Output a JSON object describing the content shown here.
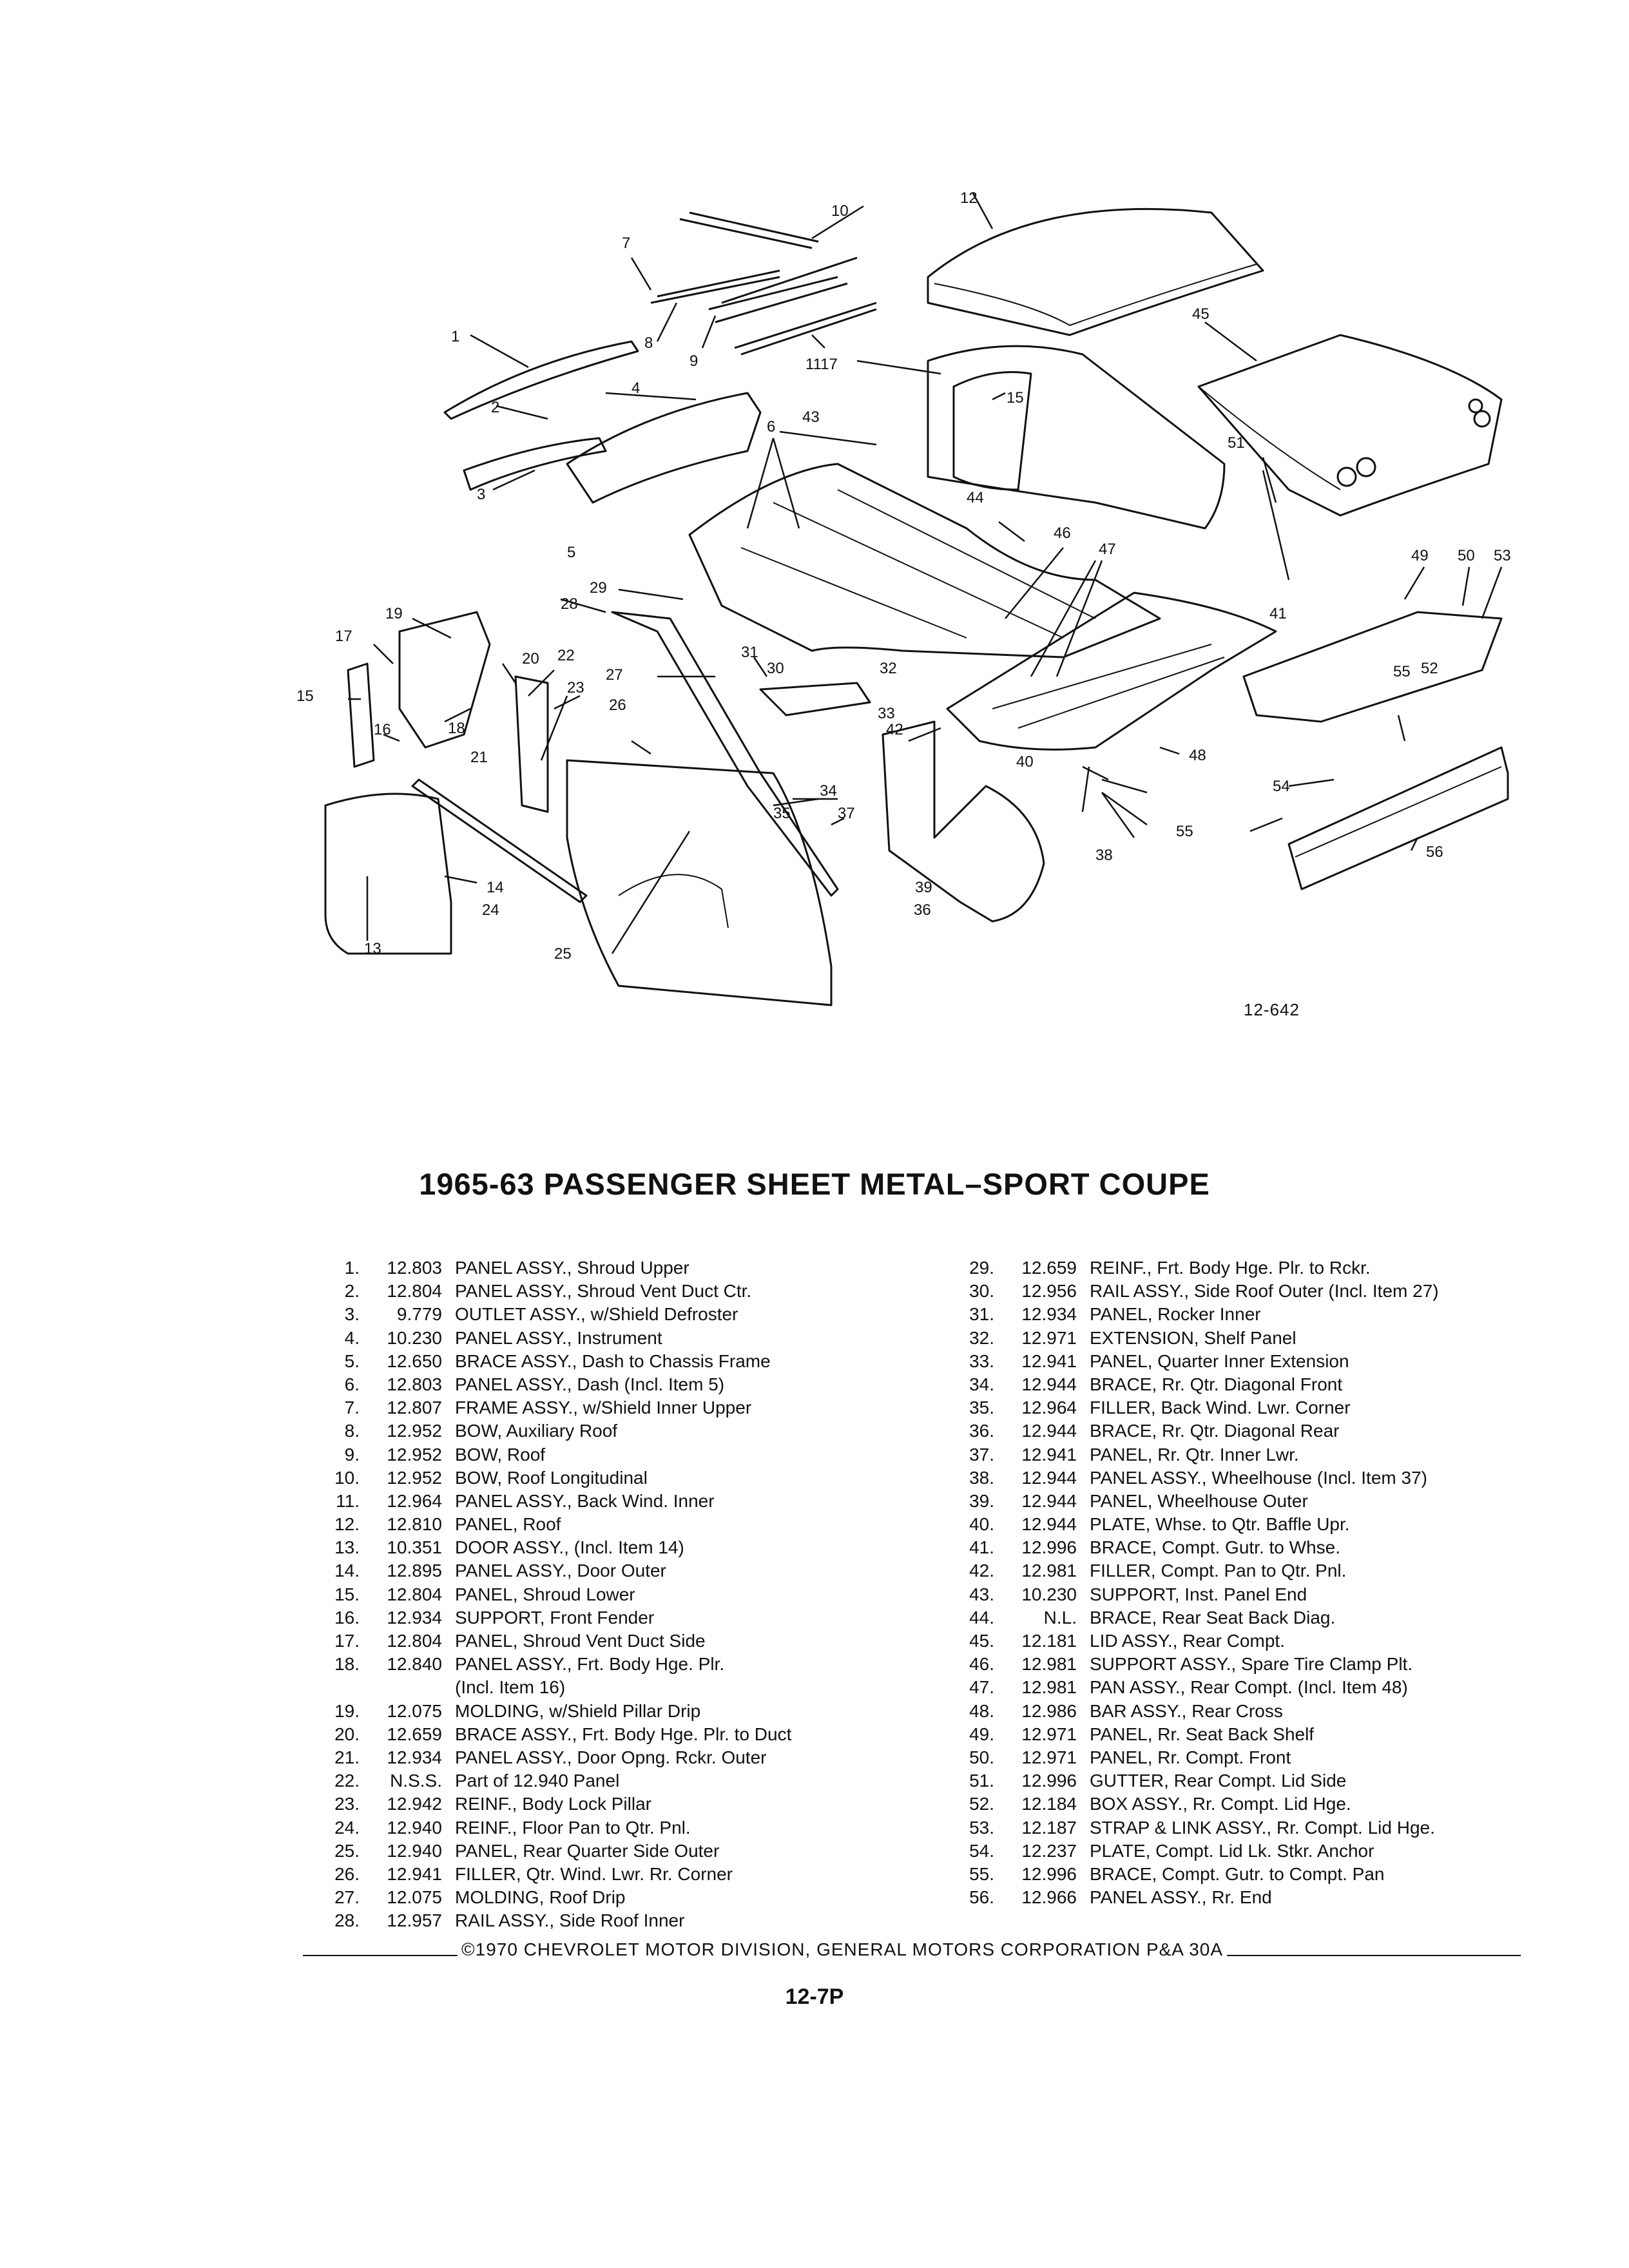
{
  "figure_number": "12-642",
  "title": "1965-63 PASSENGER SHEET METAL–SPORT COUPE",
  "callouts": [
    "1",
    "2",
    "3",
    "4",
    "5",
    "6",
    "7",
    "8",
    "9",
    "10",
    "1117",
    "12",
    "13",
    "14",
    "15",
    "15",
    "16",
    "17",
    "18",
    "19",
    "20",
    "21",
    "22",
    "23",
    "24",
    "25",
    "26",
    "27",
    "28",
    "29",
    "30",
    "31",
    "32",
    "33",
    "34",
    "35",
    "36",
    "37",
    "38",
    "39",
    "40",
    "41",
    "42",
    "43",
    "44",
    "45",
    "46",
    "47",
    "48",
    "49",
    "50",
    "51",
    "52",
    "53",
    "54",
    "55",
    "55",
    "56"
  ],
  "parts_left": [
    {
      "num": "1.",
      "code": "12.803",
      "desc": "PANEL ASSY., Shroud Upper"
    },
    {
      "num": "2.",
      "code": "12.804",
      "desc": "PANEL ASSY., Shroud Vent Duct Ctr."
    },
    {
      "num": "3.",
      "code": "9.779",
      "desc": "OUTLET ASSY., w/Shield Defroster"
    },
    {
      "num": "4.",
      "code": "10.230",
      "desc": "PANEL ASSY., Instrument"
    },
    {
      "num": "5.",
      "code": "12.650",
      "desc": "BRACE ASSY., Dash to Chassis Frame"
    },
    {
      "num": "6.",
      "code": "12.803",
      "desc": "PANEL ASSY., Dash (Incl. Item 5)"
    },
    {
      "num": "7.",
      "code": "12.807",
      "desc": "FRAME ASSY., w/Shield Inner Upper"
    },
    {
      "num": "8.",
      "code": "12.952",
      "desc": "BOW, Auxiliary Roof"
    },
    {
      "num": "9.",
      "code": "12.952",
      "desc": "BOW, Roof"
    },
    {
      "num": "10.",
      "code": "12.952",
      "desc": "BOW, Roof Longitudinal"
    },
    {
      "num": "11.",
      "code": "12.964",
      "desc": "PANEL ASSY., Back Wind. Inner"
    },
    {
      "num": "12.",
      "code": "12.810",
      "desc": "PANEL, Roof"
    },
    {
      "num": "13.",
      "code": "10.351",
      "desc": "DOOR ASSY., (Incl. Item 14)"
    },
    {
      "num": "14.",
      "code": "12.895",
      "desc": "PANEL ASSY., Door Outer"
    },
    {
      "num": "15.",
      "code": "12.804",
      "desc": "PANEL, Shroud Lower"
    },
    {
      "num": "16.",
      "code": "12.934",
      "desc": "SUPPORT, Front Fender"
    },
    {
      "num": "17.",
      "code": "12.804",
      "desc": "PANEL, Shroud Vent Duct Side"
    },
    {
      "num": "18.",
      "code": "12.840",
      "desc": "PANEL ASSY., Frt. Body Hge. Plr."
    },
    {
      "num": "",
      "code": "",
      "desc": "(Incl. Item 16)"
    },
    {
      "num": "19.",
      "code": "12.075",
      "desc": "MOLDING, w/Shield Pillar Drip"
    },
    {
      "num": "20.",
      "code": "12.659",
      "desc": "BRACE ASSY., Frt. Body Hge. Plr. to Duct"
    },
    {
      "num": "21.",
      "code": "12.934",
      "desc": "PANEL ASSY., Door Opng. Rckr. Outer"
    },
    {
      "num": "22.",
      "code": "N.S.S.",
      "desc": "Part of 12.940 Panel"
    },
    {
      "num": "23.",
      "code": "12.942",
      "desc": "REINF., Body Lock Pillar"
    },
    {
      "num": "24.",
      "code": "12.940",
      "desc": "REINF., Floor Pan to Qtr. Pnl."
    },
    {
      "num": "25.",
      "code": "12.940",
      "desc": "PANEL, Rear Quarter Side Outer"
    },
    {
      "num": "26.",
      "code": "12.941",
      "desc": "FILLER, Qtr. Wind. Lwr. Rr. Corner"
    },
    {
      "num": "27.",
      "code": "12.075",
      "desc": "MOLDING, Roof Drip"
    },
    {
      "num": "28.",
      "code": "12.957",
      "desc": "RAIL ASSY., Side Roof Inner"
    }
  ],
  "parts_right": [
    {
      "num": "29.",
      "code": "12.659",
      "desc": "REINF., Frt. Body Hge. Plr. to Rckr."
    },
    {
      "num": "30.",
      "code": "12.956",
      "desc": "RAIL ASSY., Side Roof Outer (Incl. Item 27)"
    },
    {
      "num": "31.",
      "code": "12.934",
      "desc": "PANEL, Rocker Inner"
    },
    {
      "num": "32.",
      "code": "12.971",
      "desc": "EXTENSION, Shelf Panel"
    },
    {
      "num": "33.",
      "code": "12.941",
      "desc": "PANEL, Quarter Inner Extension"
    },
    {
      "num": "34.",
      "code": "12.944",
      "desc": "BRACE, Rr. Qtr. Diagonal Front"
    },
    {
      "num": "35.",
      "code": "12.964",
      "desc": "FILLER, Back Wind. Lwr. Corner"
    },
    {
      "num": "36.",
      "code": "12.944",
      "desc": "BRACE, Rr. Qtr. Diagonal Rear"
    },
    {
      "num": "37.",
      "code": "12.941",
      "desc": "PANEL, Rr. Qtr. Inner Lwr."
    },
    {
      "num": "38.",
      "code": "12.944",
      "desc": "PANEL ASSY., Wheelhouse (Incl. Item 37)"
    },
    {
      "num": "39.",
      "code": "12.944",
      "desc": "PANEL, Wheelhouse Outer"
    },
    {
      "num": "40.",
      "code": "12.944",
      "desc": "PLATE, Whse. to Qtr. Baffle Upr."
    },
    {
      "num": "41.",
      "code": "12.996",
      "desc": "BRACE, Compt. Gutr. to Whse."
    },
    {
      "num": "42.",
      "code": "12.981",
      "desc": "FILLER, Compt. Pan to Qtr. Pnl."
    },
    {
      "num": "43.",
      "code": "10.230",
      "desc": "SUPPORT, Inst. Panel End"
    },
    {
      "num": "44.",
      "code": "N.L.",
      "desc": "BRACE, Rear Seat Back Diag."
    },
    {
      "num": "45.",
      "code": "12.181",
      "desc": "LID ASSY., Rear Compt."
    },
    {
      "num": "46.",
      "code": "12.981",
      "desc": "SUPPORT ASSY., Spare Tire Clamp Plt."
    },
    {
      "num": "47.",
      "code": "12.981",
      "desc": "PAN ASSY., Rear Compt. (Incl. Item 48)"
    },
    {
      "num": "48.",
      "code": "12.986",
      "desc": "BAR ASSY., Rear Cross"
    },
    {
      "num": "49.",
      "code": "12.971",
      "desc": "PANEL, Rr. Seat Back Shelf"
    },
    {
      "num": "50.",
      "code": "12.971",
      "desc": "PANEL, Rr. Compt. Front"
    },
    {
      "num": "51.",
      "code": "12.996",
      "desc": "GUTTER, Rear Compt. Lid Side"
    },
    {
      "num": "52.",
      "code": "12.184",
      "desc": "BOX ASSY., Rr. Compt. Lid Hge."
    },
    {
      "num": "53.",
      "code": "12.187",
      "desc": "STRAP & LINK ASSY., Rr. Compt. Lid Hge."
    },
    {
      "num": "54.",
      "code": "12.237",
      "desc": "PLATE, Compt. Lid Lk. Stkr. Anchor"
    },
    {
      "num": "55.",
      "code": "12.996",
      "desc": "BRACE, Compt. Gutr. to Compt. Pan"
    },
    {
      "num": "56.",
      "code": "12.966",
      "desc": "PANEL ASSY., Rr. End"
    }
  ],
  "footer": "©1970 CHEVROLET MOTOR DIVISION, GENERAL MOTORS CORPORATION   P&A 30A",
  "page_number": "12-7P"
}
